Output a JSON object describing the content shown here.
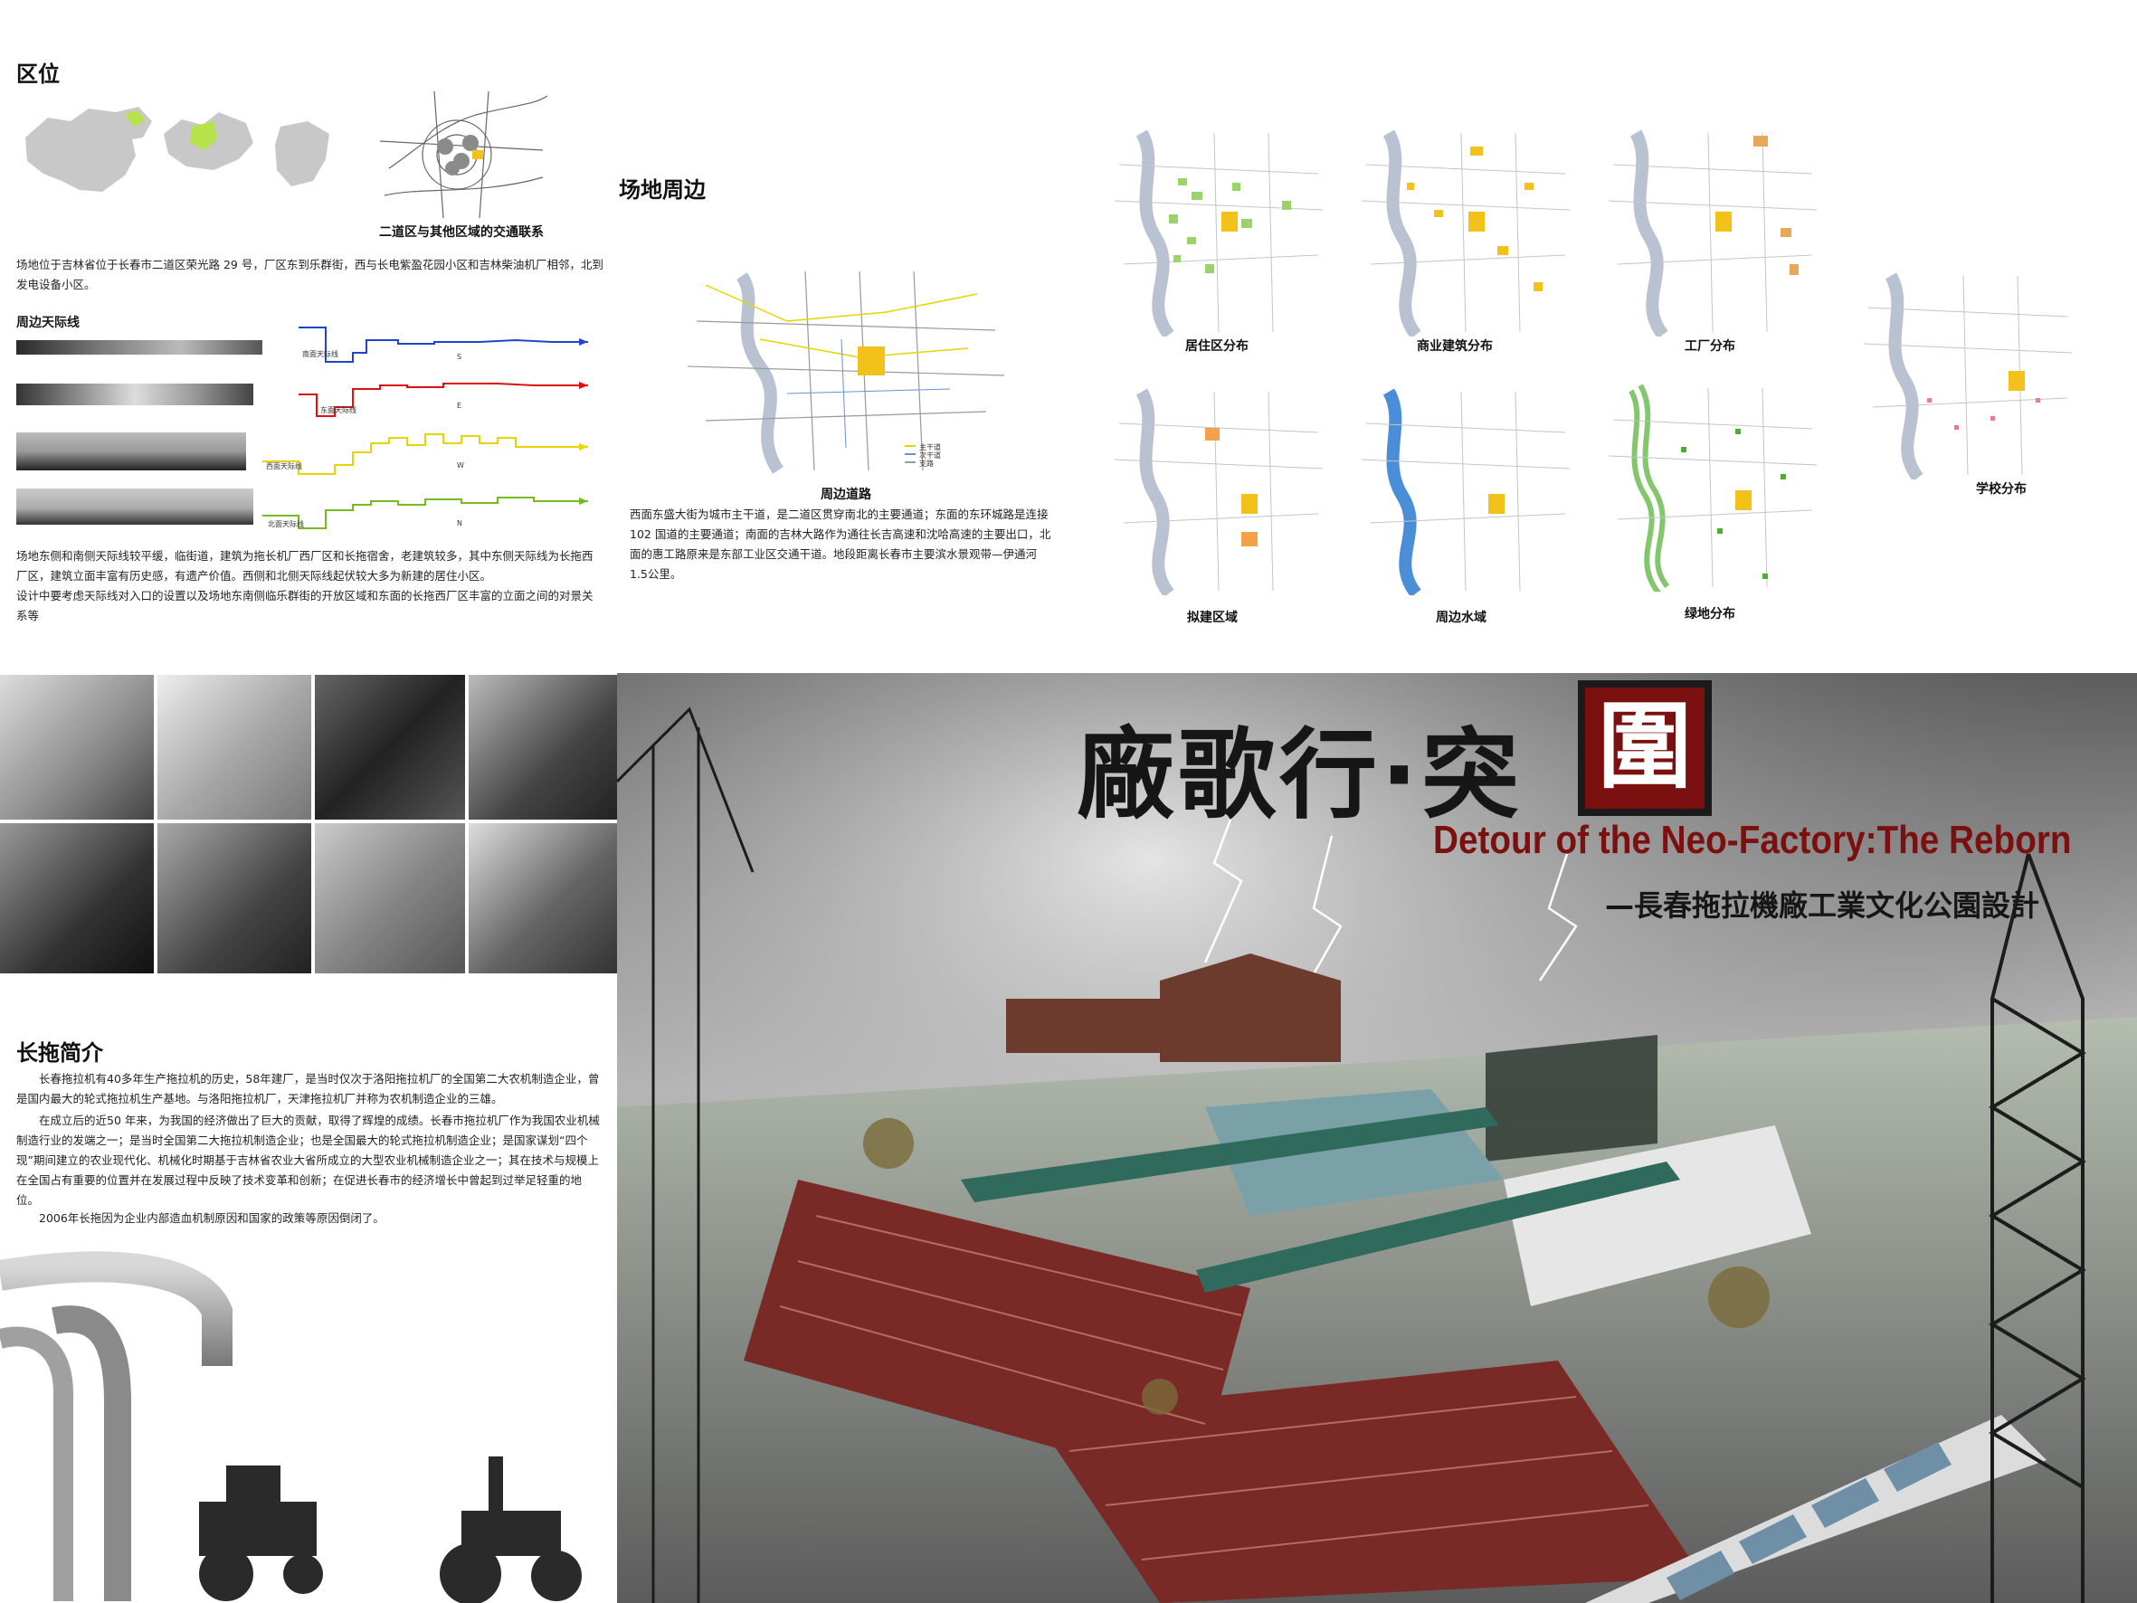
{
  "location": {
    "title": "区位",
    "map_caption": "二道区与其他区域的交通联系",
    "description": "场地位于吉林省位于长春市二道区荣光路 29 号，厂区东到乐群街，西与长电紫盈花园小区和吉林柴油机厂相邻，北到发电设备小区。"
  },
  "skyline": {
    "title": "周边天际线",
    "rows": [
      {
        "label": "南面天际线",
        "tag": "S",
        "color": "#2244cc"
      },
      {
        "label": "东面天际线",
        "tag": "E",
        "color": "#dd1111"
      },
      {
        "label": "西面天际线",
        "tag": "W",
        "color": "#e8d400"
      },
      {
        "label": "北面天际线",
        "tag": "N",
        "color": "#77bb22"
      }
    ],
    "description": "场地东侧和南侧天际线较平缓，临街道，建筑为拖长机厂西厂区和长拖宿舍，老建筑较多，其中东侧天际线为长拖西厂区，建筑立面丰富有历史感，有遗产价值。西侧和北侧天际线起伏较大多为新建的居住小区。",
    "note": "设计中要考虑天际线对入口的设置以及场地东南侧临乐群街的开放区域和东面的长拖西厂区丰富的立面之间的对景关系等"
  },
  "surroundings": {
    "title": "场地周边",
    "road_map_caption": "周边道路",
    "road_legend": [
      "主干道",
      "次干道",
      "支路"
    ],
    "road_description": "西面东盛大街为城市主干道，是二道区贯穿南北的主要通道；东面的东环城路是连接 102 国道的主要通道；南面的吉林大路作为通往长吉高速和沈哈高速的主要出口，北面的惠工路原来是东部工业区交通干道。地段距离长春市主要滨水景观带—伊通河 1.5公里。",
    "maps": [
      {
        "caption": "居住区分布",
        "color": "#9bd36a"
      },
      {
        "caption": "商业建筑分布",
        "color": "#f2c21a"
      },
      {
        "caption": "工厂分布",
        "color": "#e8a85a"
      },
      {
        "caption": "学校分布",
        "color": "#e87aa0"
      },
      {
        "caption": "拟建区域",
        "color": "#f3a24a"
      },
      {
        "caption": "周边水域",
        "color": "#4a8ed8"
      },
      {
        "caption": "绿地分布",
        "color": "#4fae2e"
      }
    ]
  },
  "history": {
    "title": "长拖简介",
    "paragraphs": [
      "长春拖拉机有40多年生产拖拉机的历史，58年建厂，是当时仅次于洛阳拖拉机厂的全国第二大农机制造企业，曾是国内最大的轮式拖拉机生产基地。与洛阳拖拉机厂，天津拖拉机厂并称为农机制造企业的三雄。",
      "在成立后的近50 年来，为我国的经济做出了巨大的贡献，取得了辉煌的成绩。长春市拖拉机厂作为我国农业机械制造行业的发端之一；是当时全国第二大拖拉机制造企业；也是全国最大的轮式拖拉机制造企业；是国家谋划“四个现”期间建立的农业现代化、机械化时期基于吉林省农业大省所成立的大型农业机械制造企业之一；其在技术与规模上在全国占有重要的位置并在发展过程中反映了技术变革和创新；在促进长春市的经济增长中曾起到过举足轻重的地位。",
      "2006年长拖因为企业内部造血机制原因和国家的政策等原因倒闭了。"
    ]
  },
  "hero": {
    "title_main": "廠歌行·突",
    "title_boxed": "圍",
    "subtitle_en": "Detour of the Neo-Factory:The Reborn",
    "subtitle_cn": "—長春拖拉機廠工業文化公園設計",
    "colors": {
      "title": "#161616",
      "accent": "#7a1010"
    }
  }
}
